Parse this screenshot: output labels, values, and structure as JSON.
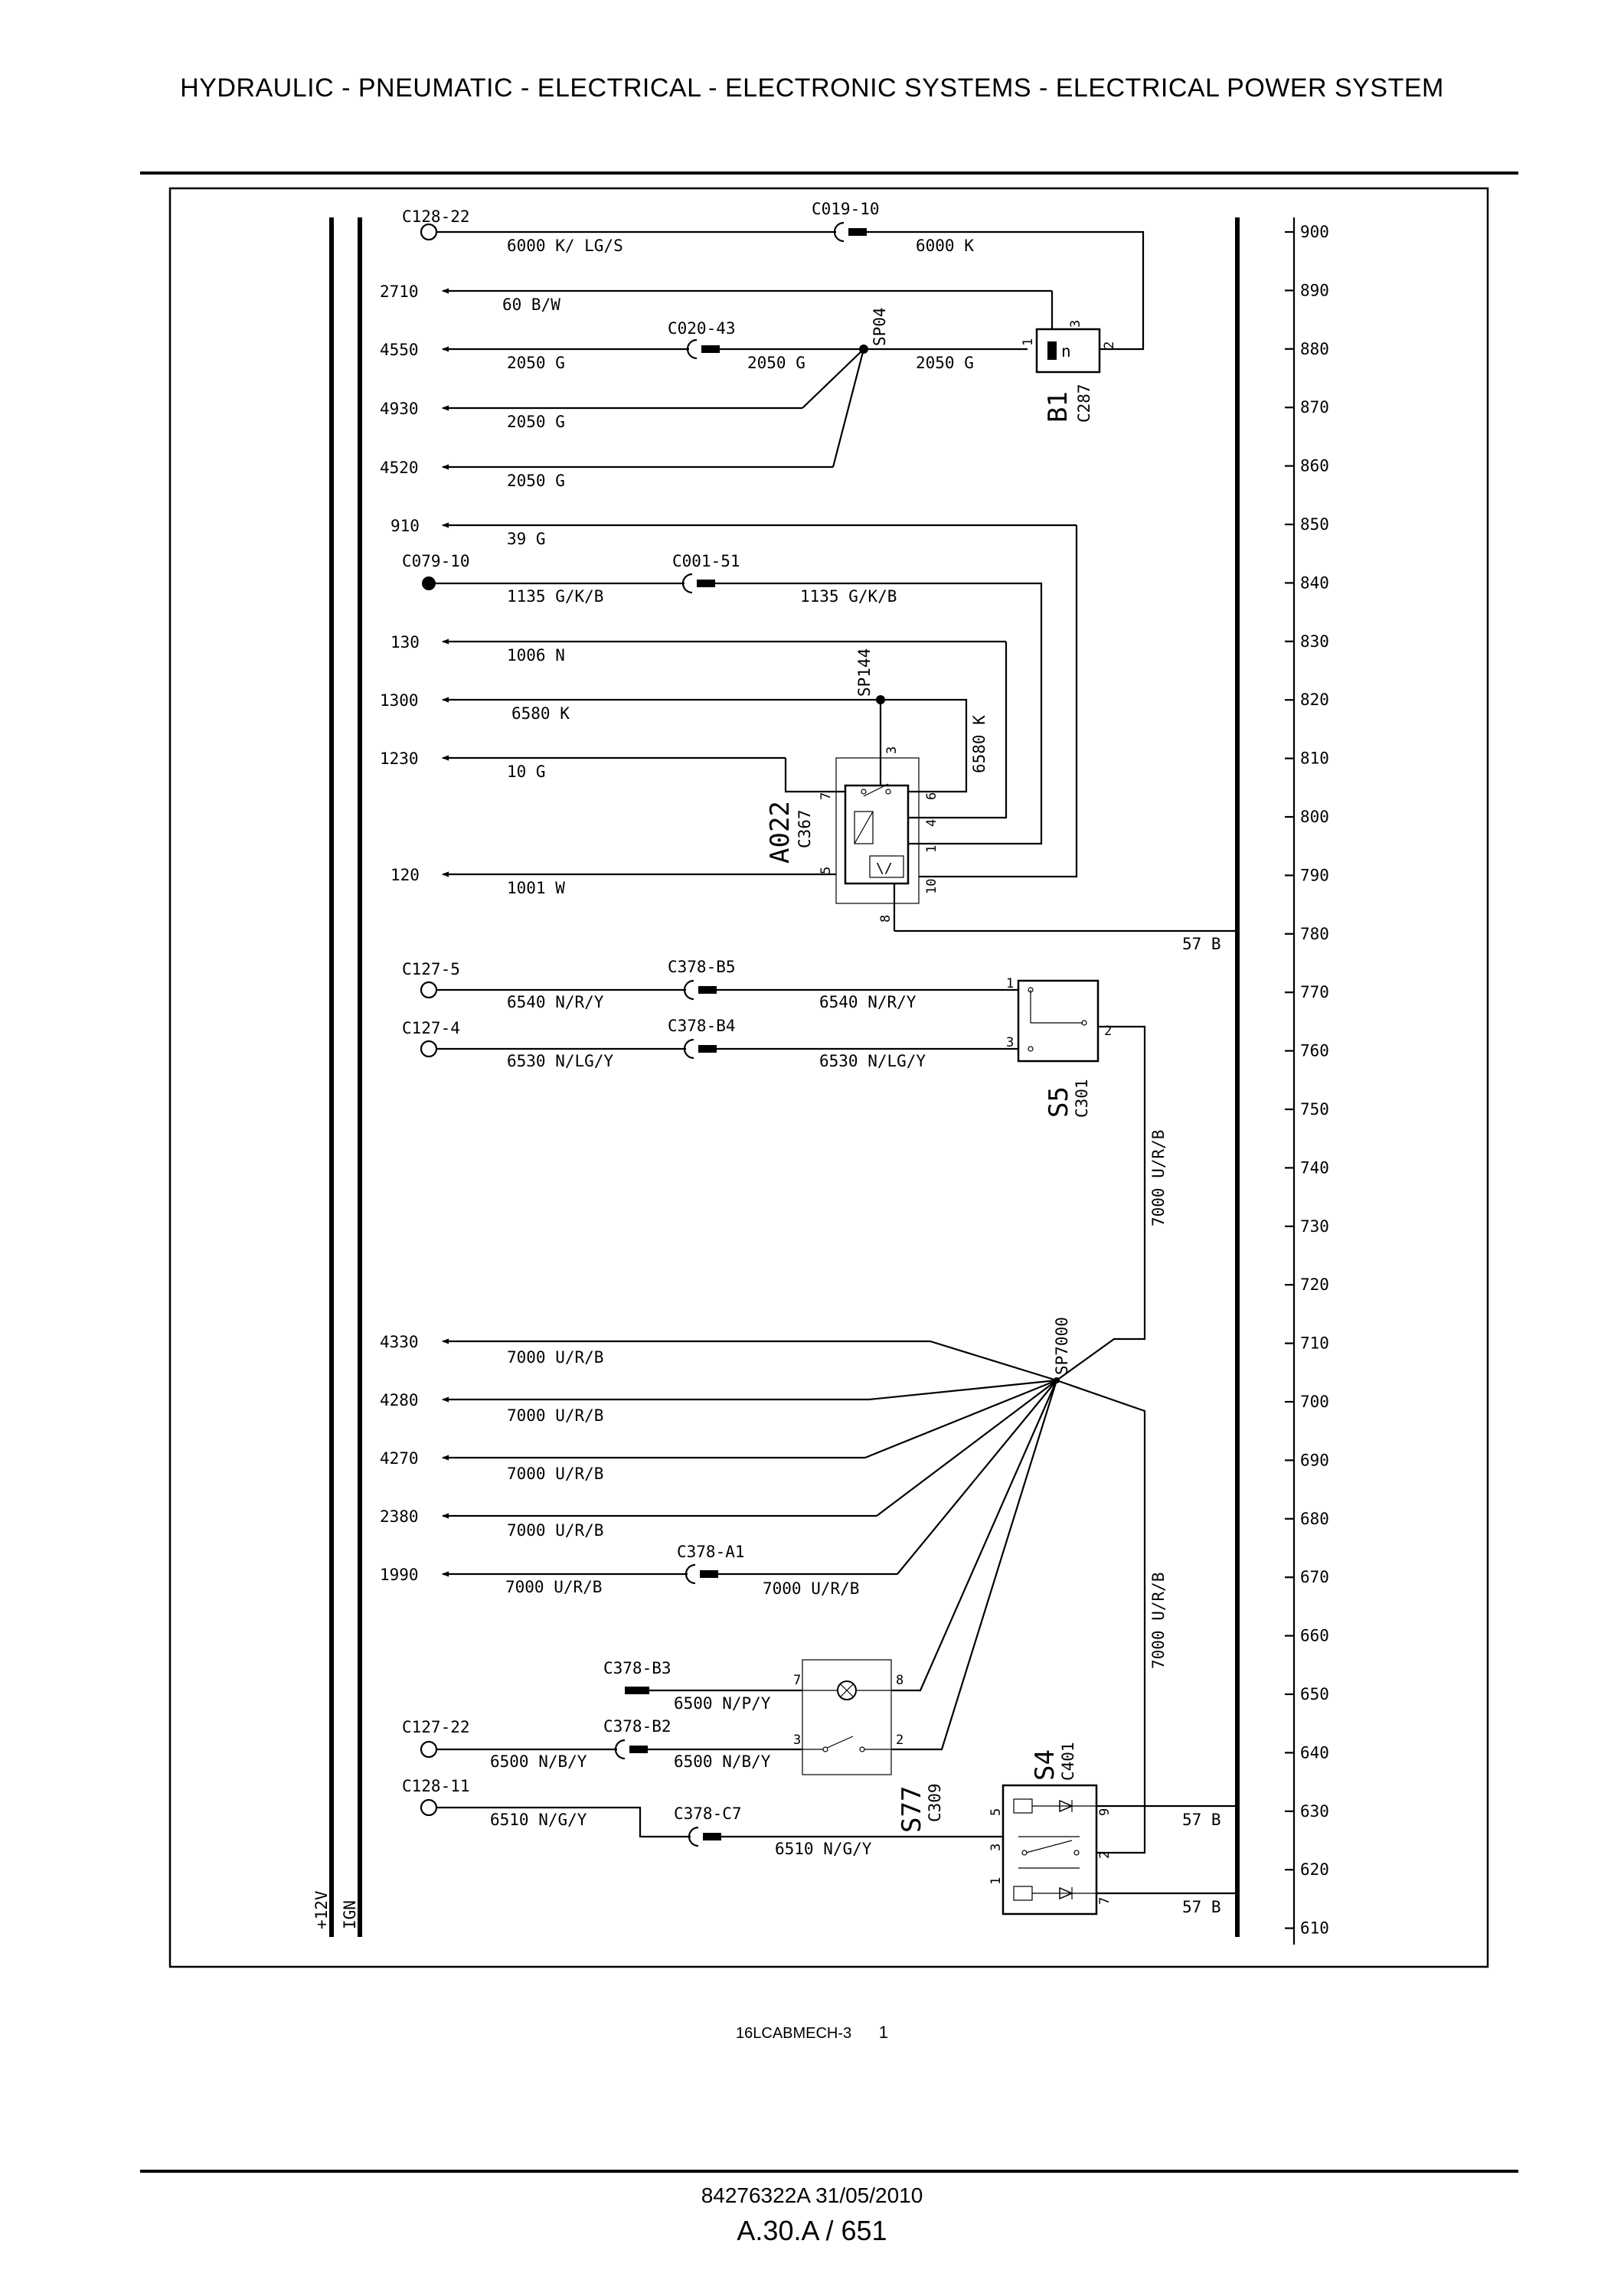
{
  "header": {
    "title": "HYDRAULIC - PNEUMATIC - ELECTRICAL - ELECTRONIC SYSTEMS - ELECTRICAL POWER SYSTEM"
  },
  "footer": {
    "doc_ref": "84276322A 31/05/2010",
    "page_ref": "A.30.A / 651"
  },
  "figure": {
    "code": "16LCABMECH-3",
    "number": "1"
  },
  "rails": {
    "plus12v": "+12V",
    "ign": "IGN"
  },
  "scale": [
    "900",
    "890",
    "880",
    "870",
    "860",
    "850",
    "840",
    "830",
    "820",
    "810",
    "800",
    "790",
    "780",
    "770",
    "760",
    "750",
    "740",
    "730",
    "720",
    "710",
    "700",
    "690",
    "680",
    "670",
    "660",
    "650",
    "640",
    "630",
    "620",
    "610"
  ],
  "refs": {
    "r2710": "2710",
    "r4550": "4550",
    "r4930": "4930",
    "r4520": "4520",
    "r910": "910",
    "r130": "130",
    "r1300": "1300",
    "r1230": "1230",
    "r120": "120",
    "r4330": "4330",
    "r4280": "4280",
    "r4270": "4270",
    "r2380": "2380",
    "r1990": "1990"
  },
  "connectors": {
    "c128_22": "C128-22",
    "c019_10": "C019-10",
    "c020_43": "C020-43",
    "c079_10": "C079-10",
    "c001_51": "C001-51",
    "c127_5": "C127-5",
    "c378_b5": "C378-B5",
    "c127_4": "C127-4",
    "c378_b4": "C378-B4",
    "c378_a1": "C378-A1",
    "c378_b3": "C378-B3",
    "c127_22": "C127-22",
    "c378_b2": "C378-B2",
    "c128_11": "C128-11",
    "c378_c7": "C378-C7"
  },
  "splices": {
    "sp04": "SP04",
    "sp144": "SP144",
    "sp7000": "SP7000"
  },
  "components": {
    "b1": {
      "name": "B1",
      "conn": "C287",
      "symbol": "n"
    },
    "a022": {
      "name": "A022",
      "conn": "C367"
    },
    "s5": {
      "name": "S5",
      "conn": "C301"
    },
    "s77": {
      "name": "S77",
      "conn": "C309"
    },
    "s4": {
      "name": "S4",
      "conn": "C401"
    }
  },
  "pins": {
    "b1_1": "1",
    "b1_2": "2",
    "b1_3": "3",
    "a022_3": "3",
    "a022_7": "7",
    "a022_6": "6",
    "a022_4": "4",
    "a022_1": "1",
    "a022_5": "5",
    "a022_10": "10",
    "a022_8": "8",
    "s5_1": "1",
    "s5_3": "3",
    "s5_2": "2",
    "s77_7": "7",
    "s77_8": "8",
    "s77_3": "3",
    "s77_2": "2",
    "s4_5": "5",
    "s4_3": "3",
    "s4_1": "1",
    "s4_9": "9",
    "s4_2": "2",
    "s4_7": "7"
  },
  "wires": {
    "w6000_lgs": "6000 K/ LG/S",
    "w6000_k": "6000 K",
    "w60_bw": "60 B/W",
    "w2050_a": "2050 G",
    "w2050_b": "2050 G",
    "w2050_c": "2050 G",
    "w2050_d": "2050 G",
    "w2050_e": "2050 G",
    "w39_g": "39 G",
    "w1135_a": "1135 G/K/B",
    "w1135_b": "1135 G/K/B",
    "w1006_n": "1006 N",
    "w6580_a": "6580 K",
    "w6580_b": "6580 K",
    "w10_g": "10 G",
    "w1001_w": "1001 W",
    "w57_a": "57 B",
    "w6540_a": "6540 N/R/Y",
    "w6540_b": "6540 N/R/Y",
    "w6530_a": "6530 N/LG/Y",
    "w6530_b": "6530 N/LG/Y",
    "w7000_v1": "7000 U/R/B",
    "w7000_a": "7000 U/R/B",
    "w7000_b": "7000 U/R/B",
    "w7000_c": "7000 U/R/B",
    "w7000_d": "7000 U/R/B",
    "w7000_e": "7000 U/R/B",
    "w7000_f": "7000 U/R/B",
    "w7000_v2": "7000 U/R/B",
    "w6500_npy": "6500 N/P/Y",
    "w6500_a": "6500 N/B/Y",
    "w6500_b": "6500 N/B/Y",
    "w6510_a": "6510 N/G/Y",
    "w6510_b": "6510 N/G/Y",
    "w57_b": "57 B",
    "w57_c": "57 B"
  }
}
